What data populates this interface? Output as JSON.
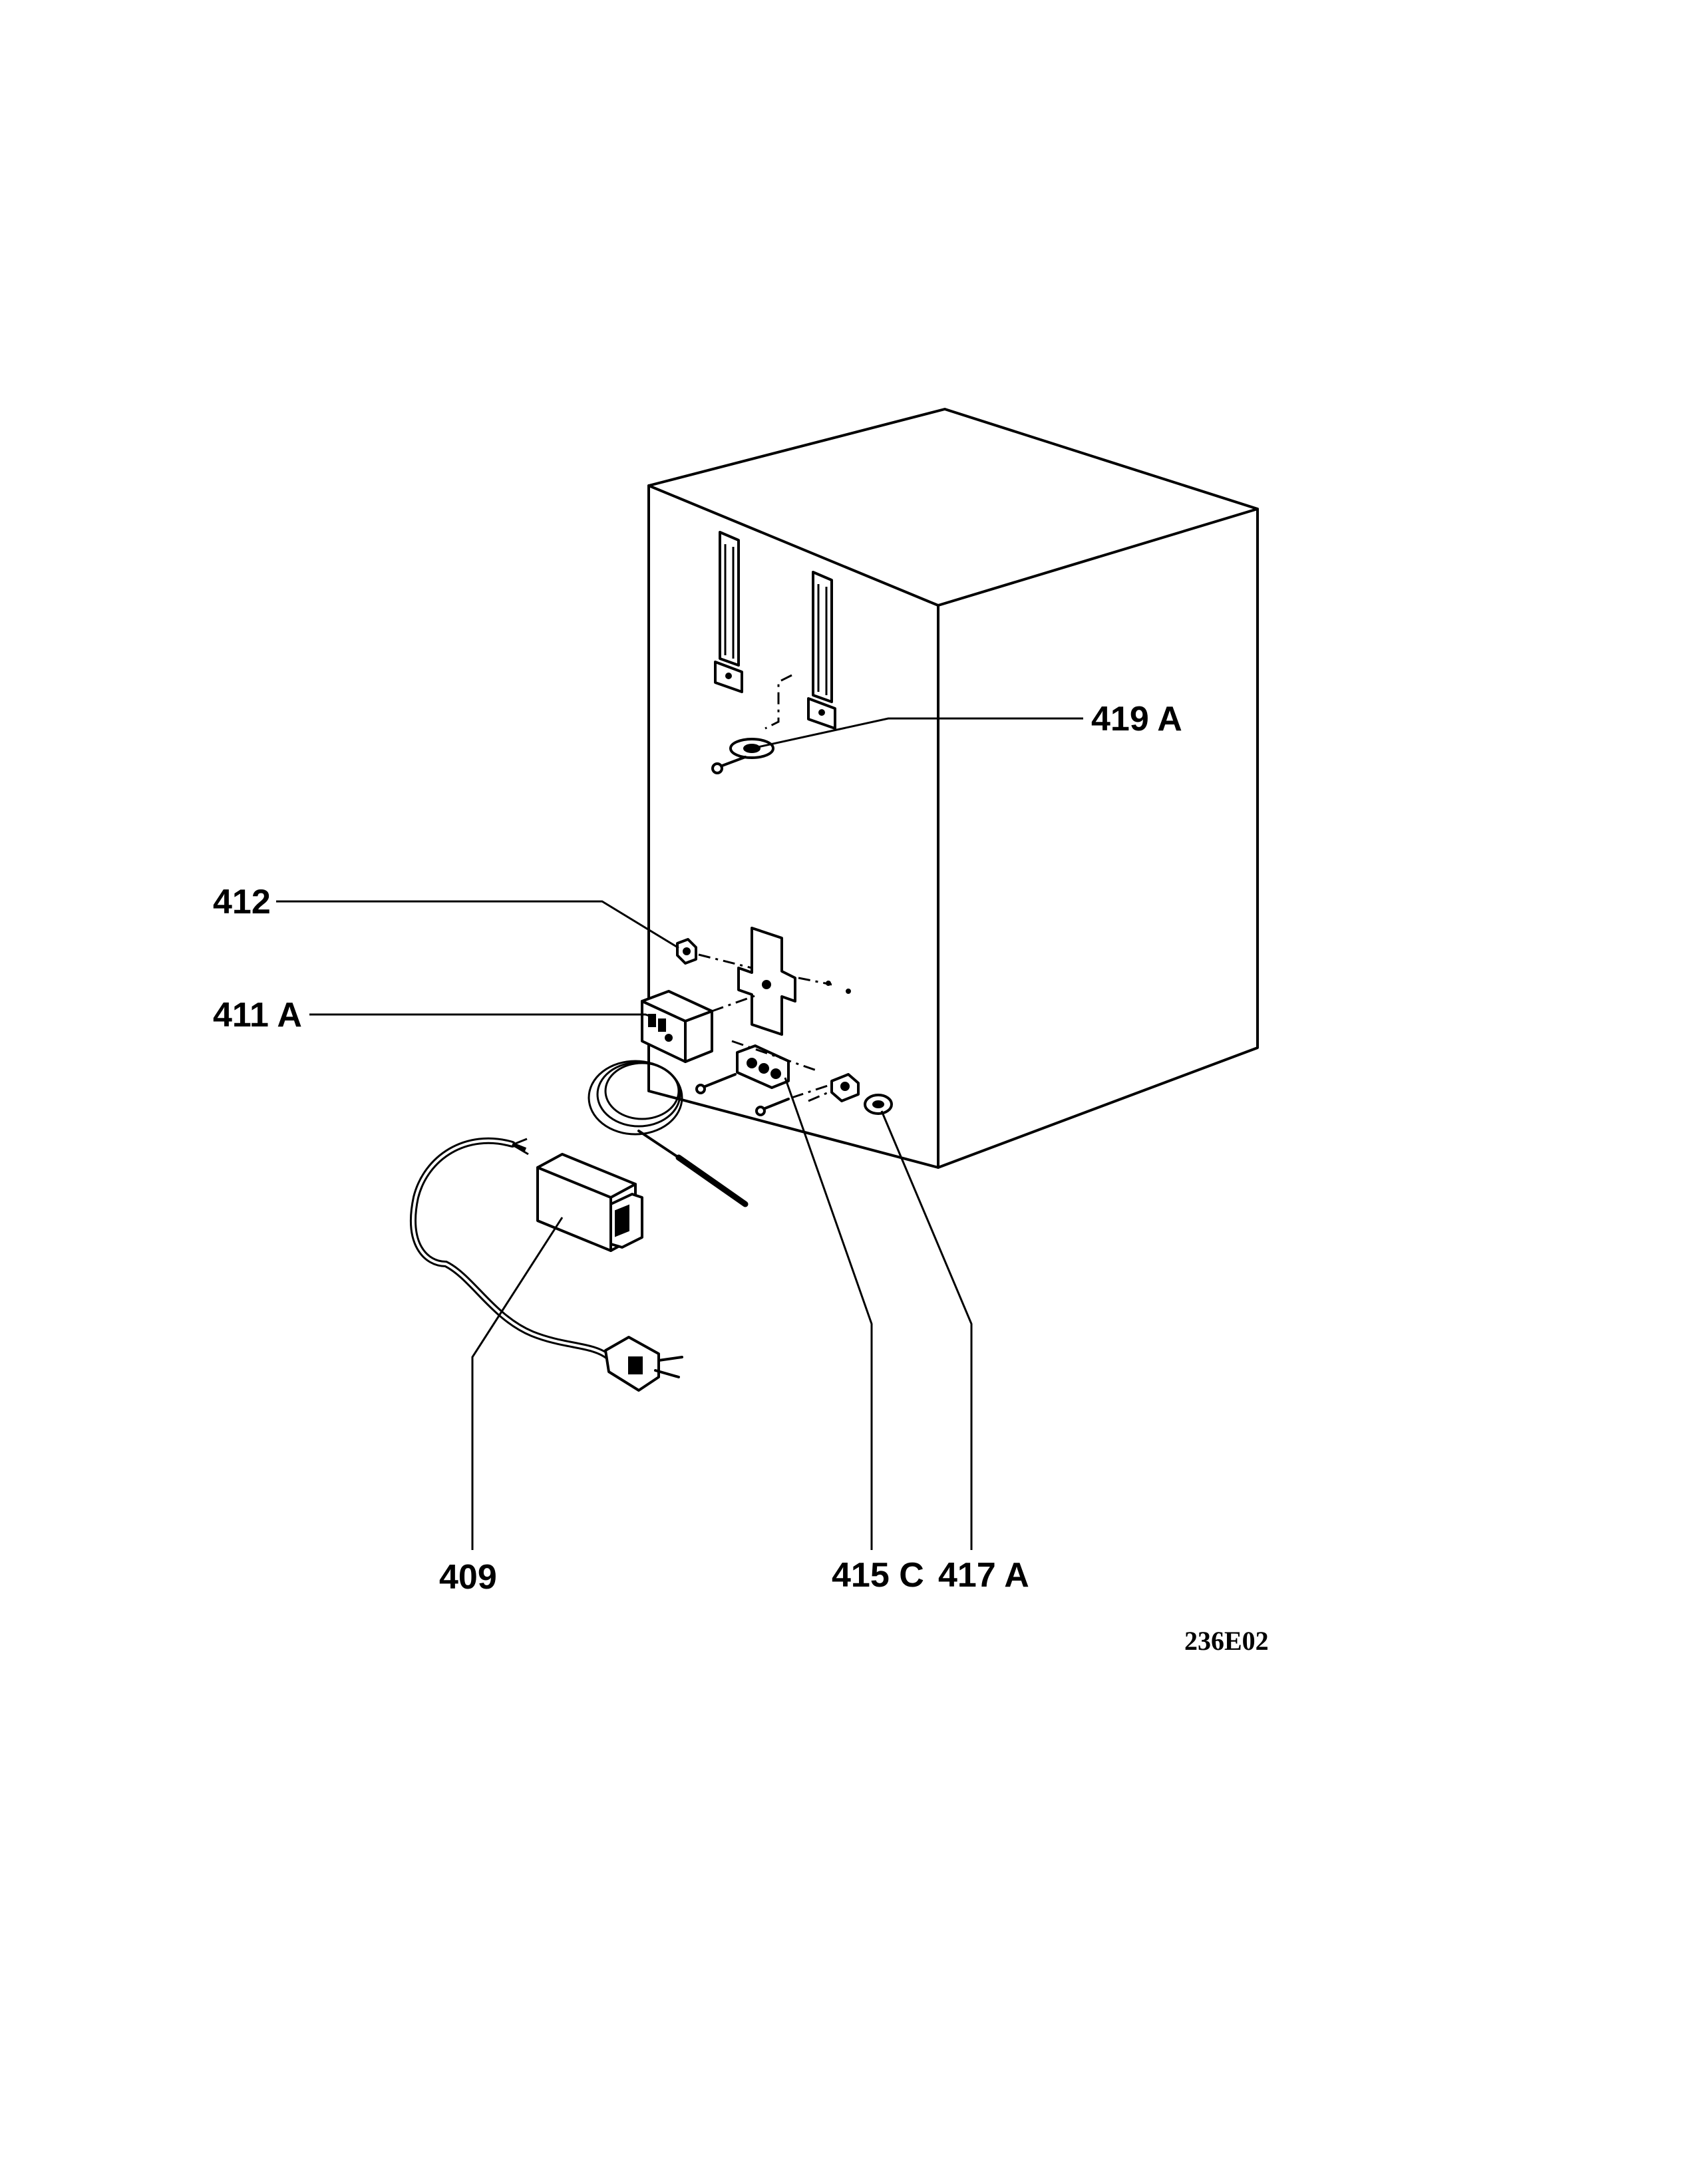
{
  "labels": {
    "part_419a": "419 A",
    "part_412": "412",
    "part_411a": "411 A",
    "part_409": "409",
    "part_415c": "415 C",
    "part_417a": "417 A"
  },
  "reference_code": "236E02"
}
